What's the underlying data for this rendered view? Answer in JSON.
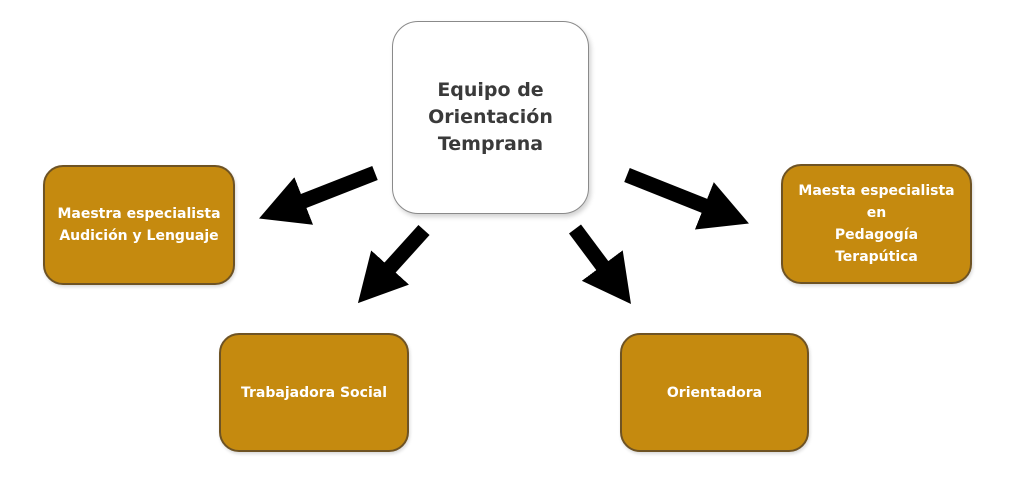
{
  "diagram": {
    "center": {
      "label": "Equipo de\nOrientación\nTemprana"
    },
    "roles": [
      {
        "label": "Maestra especialista\nAudición y Lenguaje"
      },
      {
        "label": "Maesta especialista en\nPedagogía Terapútica"
      },
      {
        "label": "Trabajadora Social"
      },
      {
        "label": "Orientadora"
      }
    ],
    "colors": {
      "role_fill": "#c58a0f",
      "role_border": "#6e5324",
      "center_fill": "#ffffff",
      "center_border": "#8a8a8a",
      "arrow": "#000000"
    }
  }
}
